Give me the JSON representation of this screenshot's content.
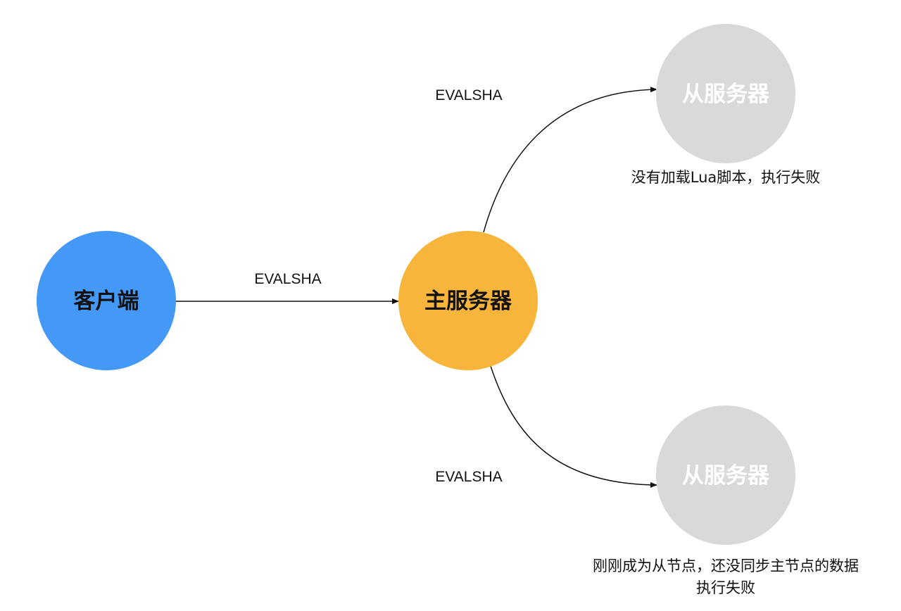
{
  "nodes": {
    "client": {
      "label": "客户端",
      "color": "#4499f7",
      "text_color": "#111111"
    },
    "master": {
      "label": "主服务器",
      "color": "#f7b53b",
      "text_color": "#111111"
    },
    "replica_top": {
      "label": "从服务器",
      "color": "#d9d9d9",
      "text_color": "#ffffff"
    },
    "replica_bottom": {
      "label": "从服务器",
      "color": "#d9d9d9",
      "text_color": "#ffffff"
    }
  },
  "edges": {
    "client_to_master": {
      "label": "EVALSHA"
    },
    "master_to_replica_top": {
      "label": "EVALSHA"
    },
    "master_to_replica_bottom": {
      "label": "EVALSHA"
    }
  },
  "notes": {
    "replica_top": {
      "line1": "没有加载Lua脚本，执行失败"
    },
    "replica_bottom": {
      "line1": "刚刚成为从节点，还没同步主节点的数据",
      "line2": "执行失败"
    }
  },
  "colors": {
    "edge": "#111111"
  }
}
